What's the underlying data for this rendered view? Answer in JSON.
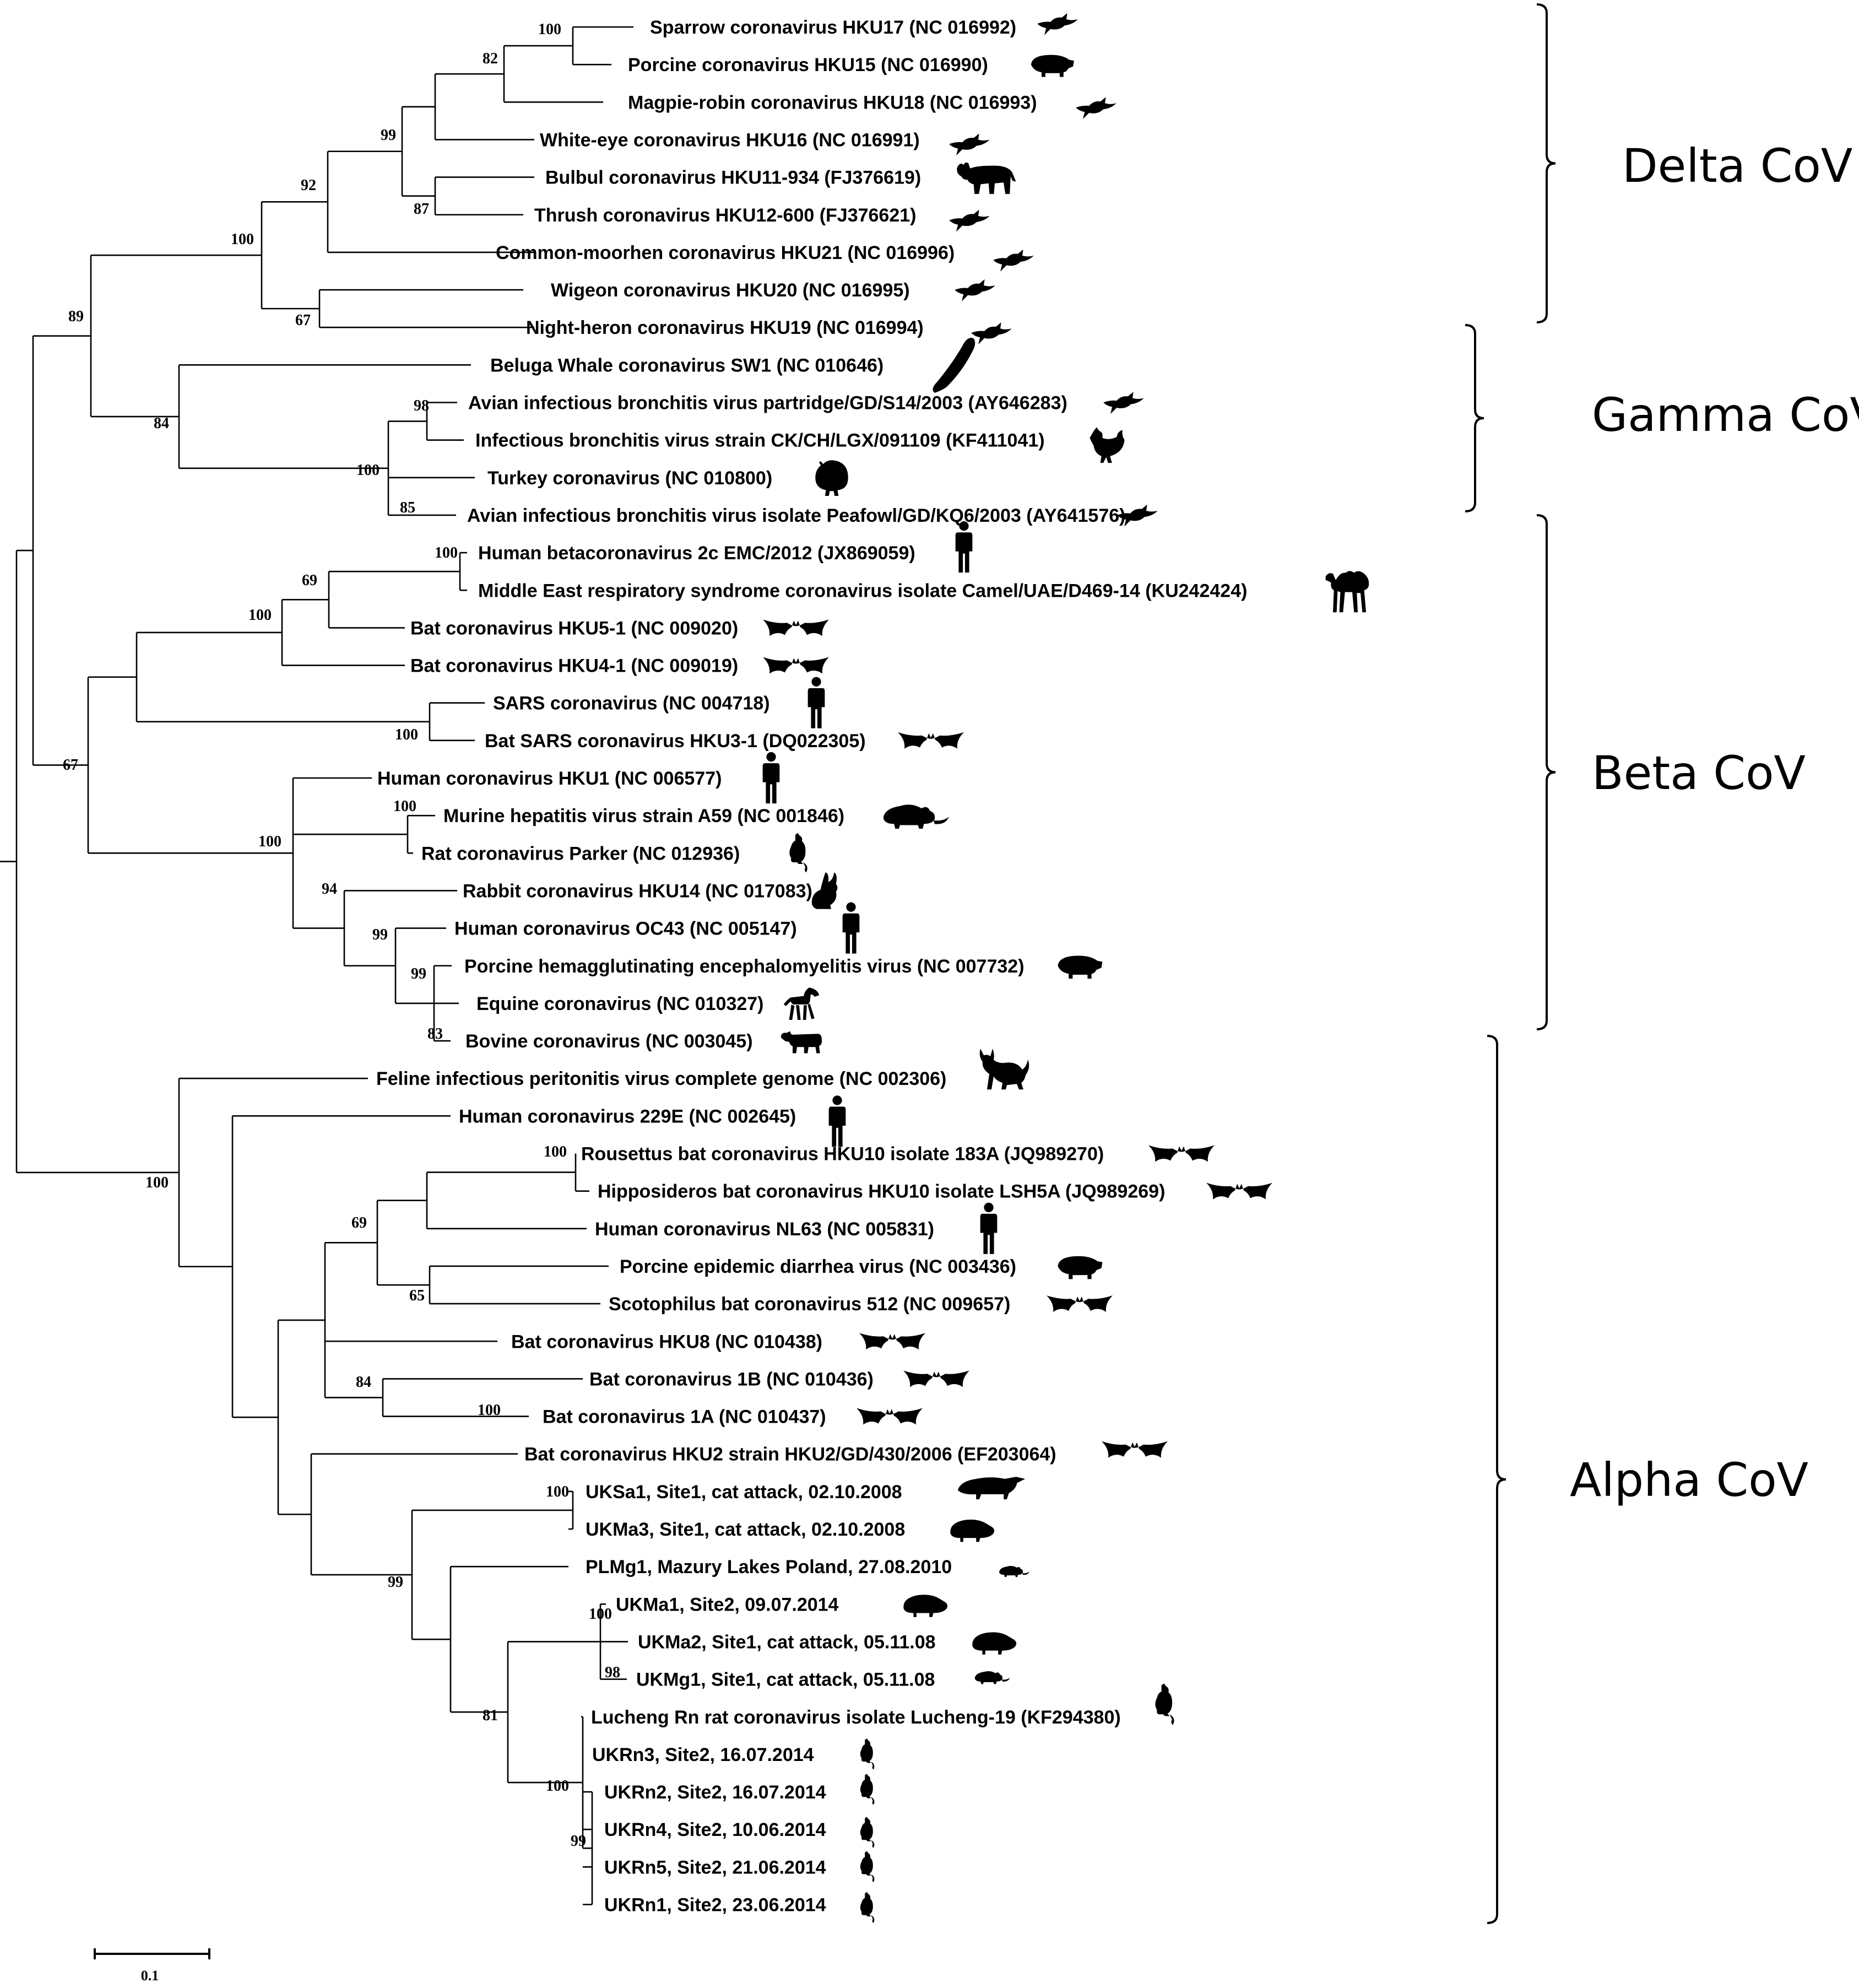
{
  "colors": {
    "line": "#000000",
    "background": "#ffffff"
  },
  "tree": {
    "taxa": [
      {
        "id": "t1",
        "label": "Sparrow coronavirus HKU17 (NC 016992)",
        "icon": "bird-icon"
      },
      {
        "id": "t2",
        "label": "Porcine coronavirus HKU15 (NC 016990)",
        "icon": "pig-icon"
      },
      {
        "id": "t3",
        "label": "Magpie-robin coronavirus HKU18 (NC 016993)",
        "icon": "bird-icon"
      },
      {
        "id": "t4",
        "label": "White-eye coronavirus HKU16 (NC 016991)",
        "icon": "bird-icon"
      },
      {
        "id": "t5",
        "label": "Bulbul coronavirus HKU11-934 (FJ376619)",
        "icon": "bull-icon"
      },
      {
        "id": "t6",
        "label": "Thrush coronavirus HKU12-600 (FJ376621)",
        "icon": "bird-icon"
      },
      {
        "id": "t7",
        "label": "Common-moorhen coronavirus HKU21 (NC 016996)",
        "icon": "bird-icon"
      },
      {
        "id": "t8",
        "label": "Wigeon coronavirus HKU20 (NC 016995)",
        "icon": "bird-icon"
      },
      {
        "id": "t9",
        "label": "Night-heron coronavirus HKU19 (NC 016994)",
        "icon": "bird-icon"
      },
      {
        "id": "t10",
        "label": "Beluga Whale coronavirus SW1 (NC 010646)",
        "icon": "whale-icon"
      },
      {
        "id": "t11",
        "label": "Avian infectious bronchitis virus partridge/GD/S14/2003 (AY646283)",
        "icon": "bird-icon"
      },
      {
        "id": "t12",
        "label": "Infectious bronchitis virus strain CK/CH/LGX/091109 (KF411041)",
        "icon": "chicken-icon"
      },
      {
        "id": "t13",
        "label": "Turkey coronavirus (NC 010800)",
        "icon": "turkey-icon"
      },
      {
        "id": "t14",
        "label": "Avian infectious bronchitis virus isolate Peafowl/GD/KQ6/2003 (AY641576)",
        "icon": "bird-icon"
      },
      {
        "id": "t15",
        "label": "Human betacoronavirus 2c EMC/2012 (JX869059)",
        "icon": "human-icon"
      },
      {
        "id": "t16",
        "label": "Middle East respiratory syndrome coronavirus isolate Camel/UAE/D469-14 (KU242424)",
        "icon": "camel-icon"
      },
      {
        "id": "t17",
        "label": "Bat coronavirus HKU5-1 (NC 009020)",
        "icon": "bat-icon"
      },
      {
        "id": "t18",
        "label": "Bat coronavirus HKU4-1 (NC 009019)",
        "icon": "bat-icon"
      },
      {
        "id": "t19",
        "label": "SARS coronavirus (NC 004718)",
        "icon": "human-icon"
      },
      {
        "id": "t20",
        "label": "Bat SARS coronavirus HKU3-1 (DQ022305)",
        "icon": "bat-icon"
      },
      {
        "id": "t21",
        "label": "Human coronavirus HKU1 (NC 006577)",
        "icon": "human-icon"
      },
      {
        "id": "t22",
        "label": "Murine hepatitis virus strain A59 (NC 001846)",
        "icon": "mouse-icon"
      },
      {
        "id": "t23",
        "label": "Rat coronavirus Parker (NC 012936)",
        "icon": "rat-icon"
      },
      {
        "id": "t24",
        "label": "Rabbit coronavirus HKU14 (NC 017083)",
        "icon": "rabbit-icon"
      },
      {
        "id": "t25",
        "label": "Human coronavirus OC43 (NC 005147)",
        "icon": "human-icon"
      },
      {
        "id": "t26",
        "label": "Porcine hemagglutinating encephalomyelitis virus (NC 007732)",
        "icon": "pig-icon"
      },
      {
        "id": "t27",
        "label": "Equine coronavirus (NC 010327)",
        "icon": "horse-icon"
      },
      {
        "id": "t28",
        "label": "Bovine coronavirus (NC 003045)",
        "icon": "cow-icon"
      },
      {
        "id": "t29",
        "label": "Feline infectious peritonitis virus complete genome (NC 002306)",
        "icon": "cat-icon"
      },
      {
        "id": "t30",
        "label": "Human coronavirus 229E (NC 002645)",
        "icon": "human-icon"
      },
      {
        "id": "t31",
        "label": "Rousettus bat coronavirus HKU10 isolate 183A (JQ989270)",
        "icon": "bat-icon"
      },
      {
        "id": "t32",
        "label": "Hipposideros bat coronavirus HKU10 isolate LSH5A (JQ989269)",
        "icon": "bat-icon"
      },
      {
        "id": "t33",
        "label": "Human coronavirus NL63 (NC 005831)",
        "icon": "human-icon"
      },
      {
        "id": "t34",
        "label": "Porcine epidemic diarrhea virus (NC 003436)",
        "icon": "pig-icon"
      },
      {
        "id": "t35",
        "label": "Scotophilus bat coronavirus 512 (NC 009657)",
        "icon": "bat-icon"
      },
      {
        "id": "t36",
        "label": "Bat coronavirus HKU8 (NC 010438)",
        "icon": "bat-icon"
      },
      {
        "id": "t37",
        "label": "Bat coronavirus 1B (NC 010436)",
        "icon": "bat-icon"
      },
      {
        "id": "t38",
        "label": "Bat coronavirus 1A (NC 010437)",
        "icon": "bat-icon"
      },
      {
        "id": "t39",
        "label": "Bat coronavirus HKU2 strain HKU2/GD/430/2006 (EF203064)",
        "icon": "bat-icon"
      },
      {
        "id": "t40",
        "label": "UKSa1, Site1, cat attack, 02.10.2008",
        "icon": "shrew-icon"
      },
      {
        "id": "t41",
        "label": "UKMa3, Site1, cat attack, 02.10.2008",
        "icon": "vole-icon"
      },
      {
        "id": "t42",
        "label": "PLMg1, Mazury Lakes Poland, 27.08.2010",
        "icon": "mouse-icon"
      },
      {
        "id": "t43",
        "label": "UKMa1, Site2, 09.07.2014",
        "icon": "vole-icon"
      },
      {
        "id": "t44",
        "label": "UKMa2, Site1, cat attack, 05.11.08",
        "icon": "vole-icon"
      },
      {
        "id": "t45",
        "label": "UKMg1, Site1, cat attack, 05.11.08",
        "icon": "mouse-icon"
      },
      {
        "id": "t46",
        "label": "Lucheng Rn rat coronavirus isolate Lucheng-19 (KF294380)",
        "icon": "rat-icon"
      },
      {
        "id": "t47",
        "label": "UKRn3, Site2, 16.07.2014",
        "icon": "rat-icon"
      },
      {
        "id": "t48",
        "label": "UKRn2, Site2, 16.07.2014",
        "icon": "rat-icon"
      },
      {
        "id": "t49",
        "label": "UKRn4, Site2, 10.06.2014",
        "icon": "rat-icon"
      },
      {
        "id": "t50",
        "label": "UKRn5, Site2, 21.06.2014",
        "icon": "rat-icon"
      },
      {
        "id": "t51",
        "label": "UKRn1, Site2, 23.06.2014",
        "icon": "rat-icon"
      }
    ],
    "bootstrap_values": [
      "100",
      "82",
      "99",
      "92",
      "87",
      "100",
      "67",
      "89",
      "98",
      "84",
      "100",
      "85",
      "100",
      "69",
      "100",
      "100",
      "67",
      "100",
      "100",
      "94",
      "99",
      "99",
      "83",
      "100",
      "69",
      "65",
      "84",
      "100",
      "100",
      "99",
      "100",
      "98",
      "81",
      "100",
      "99",
      "100"
    ]
  },
  "groups": [
    {
      "label": "Delta CoV"
    },
    {
      "label": "Gamma CoV"
    },
    {
      "label": "Beta CoV"
    },
    {
      "label": "Alpha CoV"
    }
  ],
  "scale_bar": {
    "label": "0.1"
  }
}
